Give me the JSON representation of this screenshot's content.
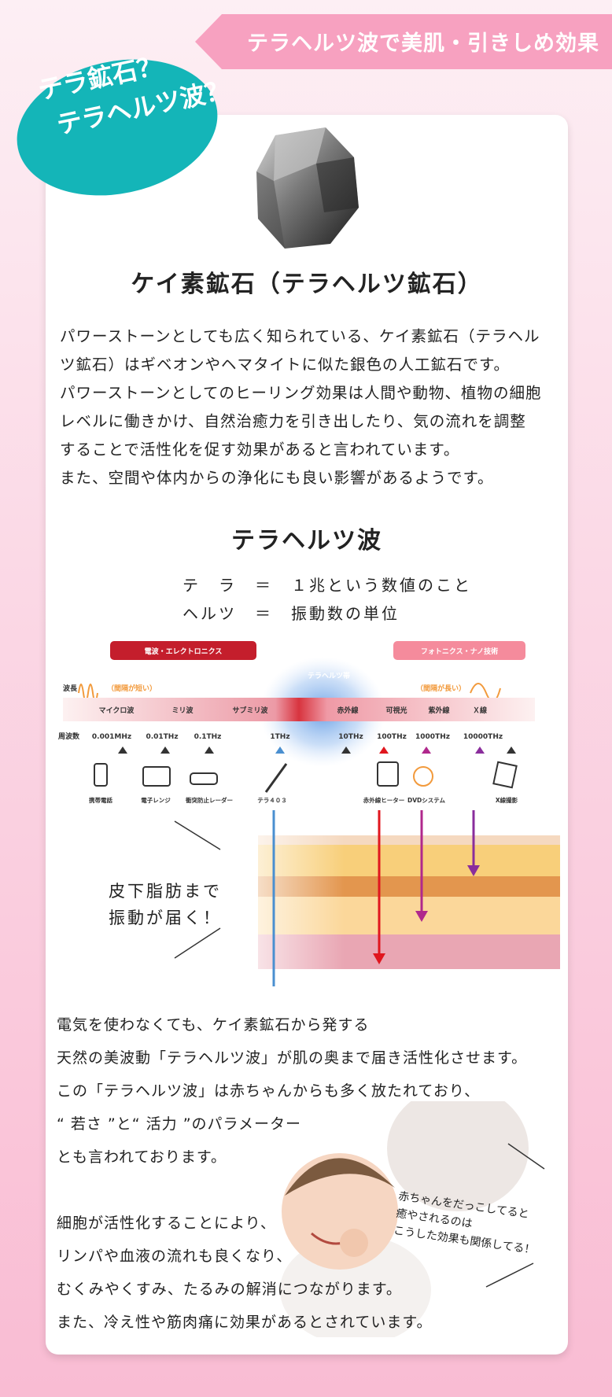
{
  "banner": {
    "title": "テラヘルツ波で美肌・引きしめ効果"
  },
  "bubble": {
    "line1": "テラ鉱石？",
    "line2": "テラヘルツ波？"
  },
  "section1": {
    "title": "ケイ素鉱石（テラヘルツ鉱石）",
    "lines": [
      "パワーストーンとしても広く知られている、ケイ素鉱石（テラヘル",
      "ツ鉱石）はギベオンやヘマタイトに似た銀色の人工鉱石です。",
      "パワーストーンとしてのヒーリング効果は人間や動物、植物の細胞",
      "レベルに働きかけ、自然治癒力を引き出したり、気の流れを調整",
      "することで活性化を促す効果があると言われています。",
      "また、空間や体内からの浄化にも良い影響があるようです。"
    ]
  },
  "section2": {
    "title": "テラヘルツ波",
    "def1": "テ　ラ　＝　１兆という数値のこと",
    "def2": "ヘルツ　＝　振動数の単位"
  },
  "spectrum": {
    "left_band": "電波・エレクトロニクス",
    "right_band": "フォトニクス・ナノ技術",
    "center_band": "テラヘルツ帯",
    "wavelength_label": "波長",
    "short_note": "（間隔が短い）",
    "long_note": "（間隔が長い）",
    "waves": [
      "マイクロ波",
      "ミリ波",
      "サブミリ波",
      "赤外線",
      "可視光",
      "紫外線",
      "Ｘ線"
    ],
    "freq_label": "周波数",
    "freqs": [
      "0.001MHz",
      "0.01THz",
      "0.1THz",
      "1THz",
      "10THz",
      "100THz",
      "1000THz",
      "10000THz"
    ],
    "devices": [
      "携帯電話",
      "電子レンジ",
      "衝突防止レーダー",
      "テラ４０３",
      "赤外線ヒーター",
      "DVDシステム",
      "X線撮影"
    ],
    "colors": {
      "terahertz": "#4a8fd0",
      "infrared": "#e0161e",
      "visible": "#b0288c",
      "uv": "#8a2d9c"
    }
  },
  "skin": {
    "line1": "皮下脂肪まで",
    "line2": "振動が届く！"
  },
  "section3": {
    "lines": [
      "電気を使わなくても、ケイ素鉱石から発する",
      "天然の美波動「テラヘルツ波」が肌の奥まで届き活性化させます。",
      "この「テラヘルツ波」は赤ちゃんからも多く放たれており、",
      "“ 若さ ”と“ 活力 ”のパラメーター",
      "とも言われております。",
      "",
      "細胞が活性化することにより、",
      "リンパや血液の流れも良くなり、",
      "むくみやくすみ、たるみの解消につながります。",
      "また、冷え性や筋肉痛に効果があるとされています。"
    ]
  },
  "baby_note": {
    "line1": "赤ちゃんをだっこしてると",
    "line2": "癒やされるのは",
    "line3": "こうした効果も関係してる！"
  }
}
